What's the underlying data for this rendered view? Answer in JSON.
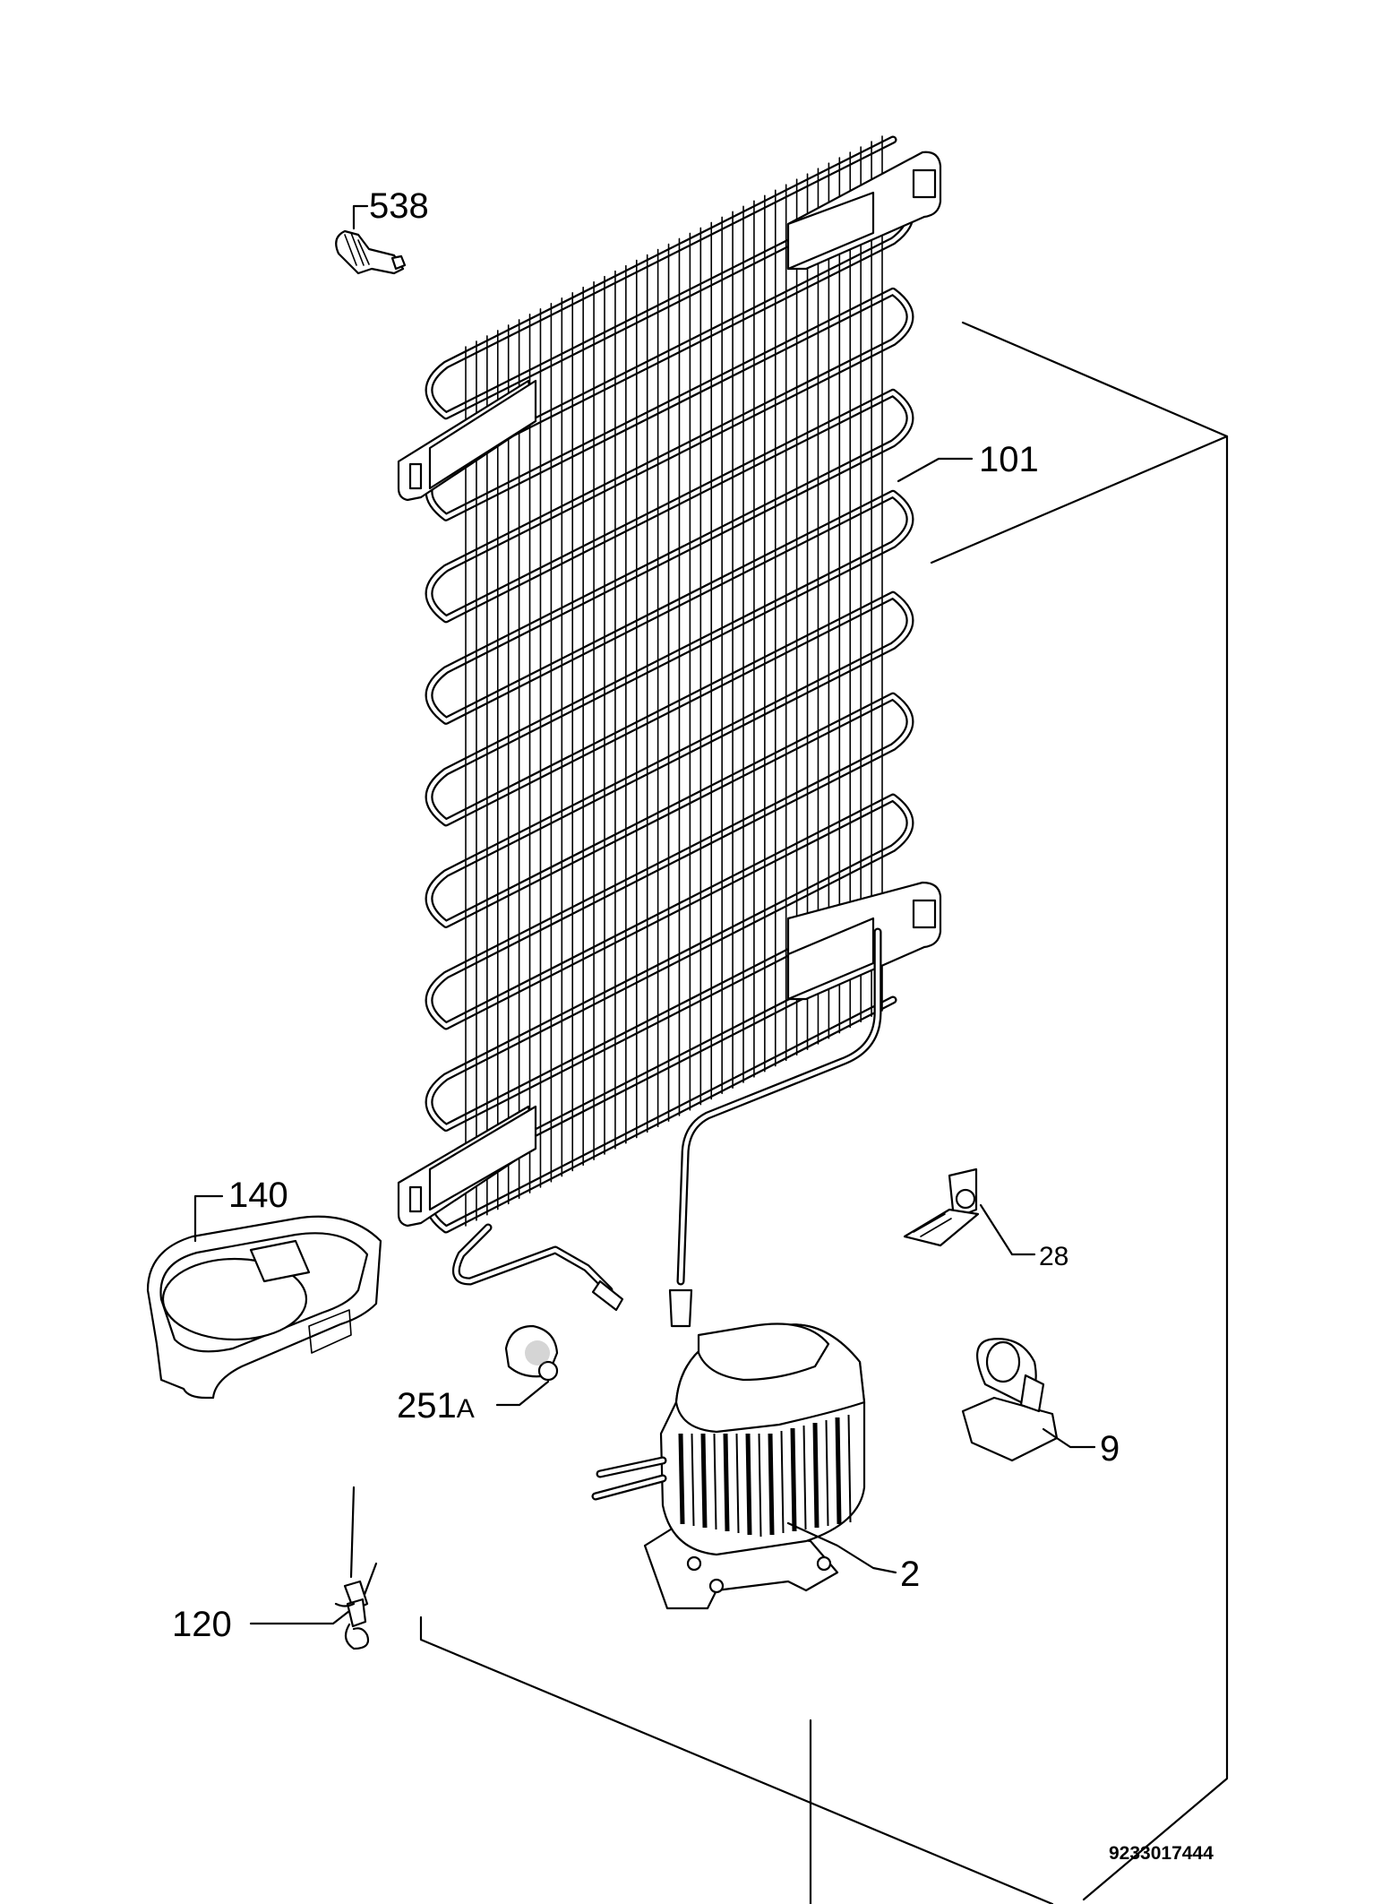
{
  "diagram_code": "9233017444",
  "callouts": {
    "p538": "538",
    "p101": "101",
    "p140": "140",
    "p28": "28",
    "p251a_num": "251",
    "p251a_suffix": "A",
    "p9": "9",
    "p2": "2",
    "p120": "120"
  }
}
